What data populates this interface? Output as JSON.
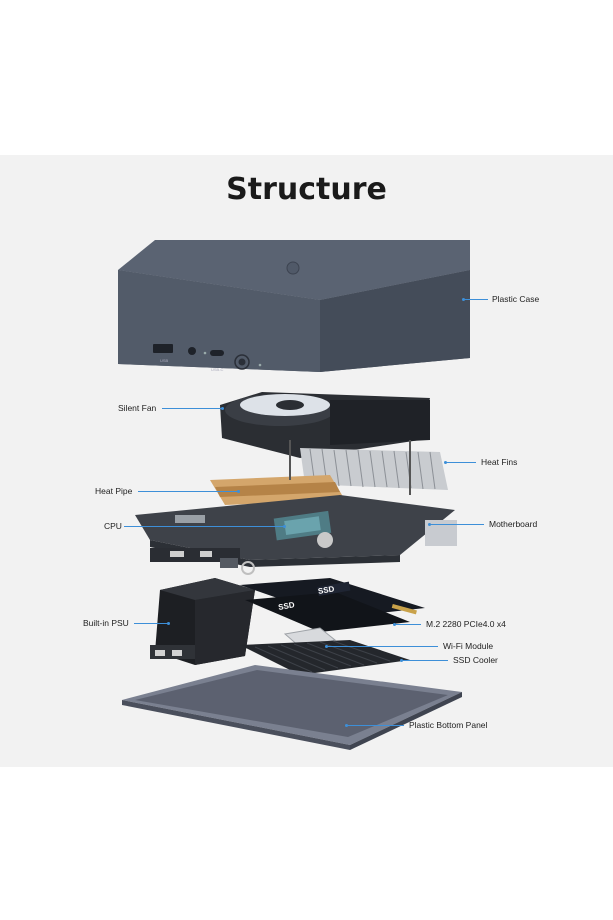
{
  "title": "Structure",
  "case_ports": {
    "usb": "USB",
    "usbc": "USB-C"
  },
  "ssd_text": "SSD",
  "labels": {
    "plastic_case": "Plastic Case",
    "silent_fan": "Silent Fan",
    "heat_fins": "Heat Fins",
    "heat_pipe": "Heat Pipe",
    "motherboard": "Motherboard",
    "cpu": "CPU",
    "built_in_psu": "Built-in PSU",
    "m2": "M.2 2280 PCIe4.0 x4",
    "wifi": "Wi-Fi Module",
    "ssd_cooler": "SSD Cooler",
    "bottom_panel": "Plastic Bottom Panel"
  },
  "colors": {
    "leader": "#3d8fd8",
    "case": "#4b5463",
    "background": "#f2f2f2"
  }
}
